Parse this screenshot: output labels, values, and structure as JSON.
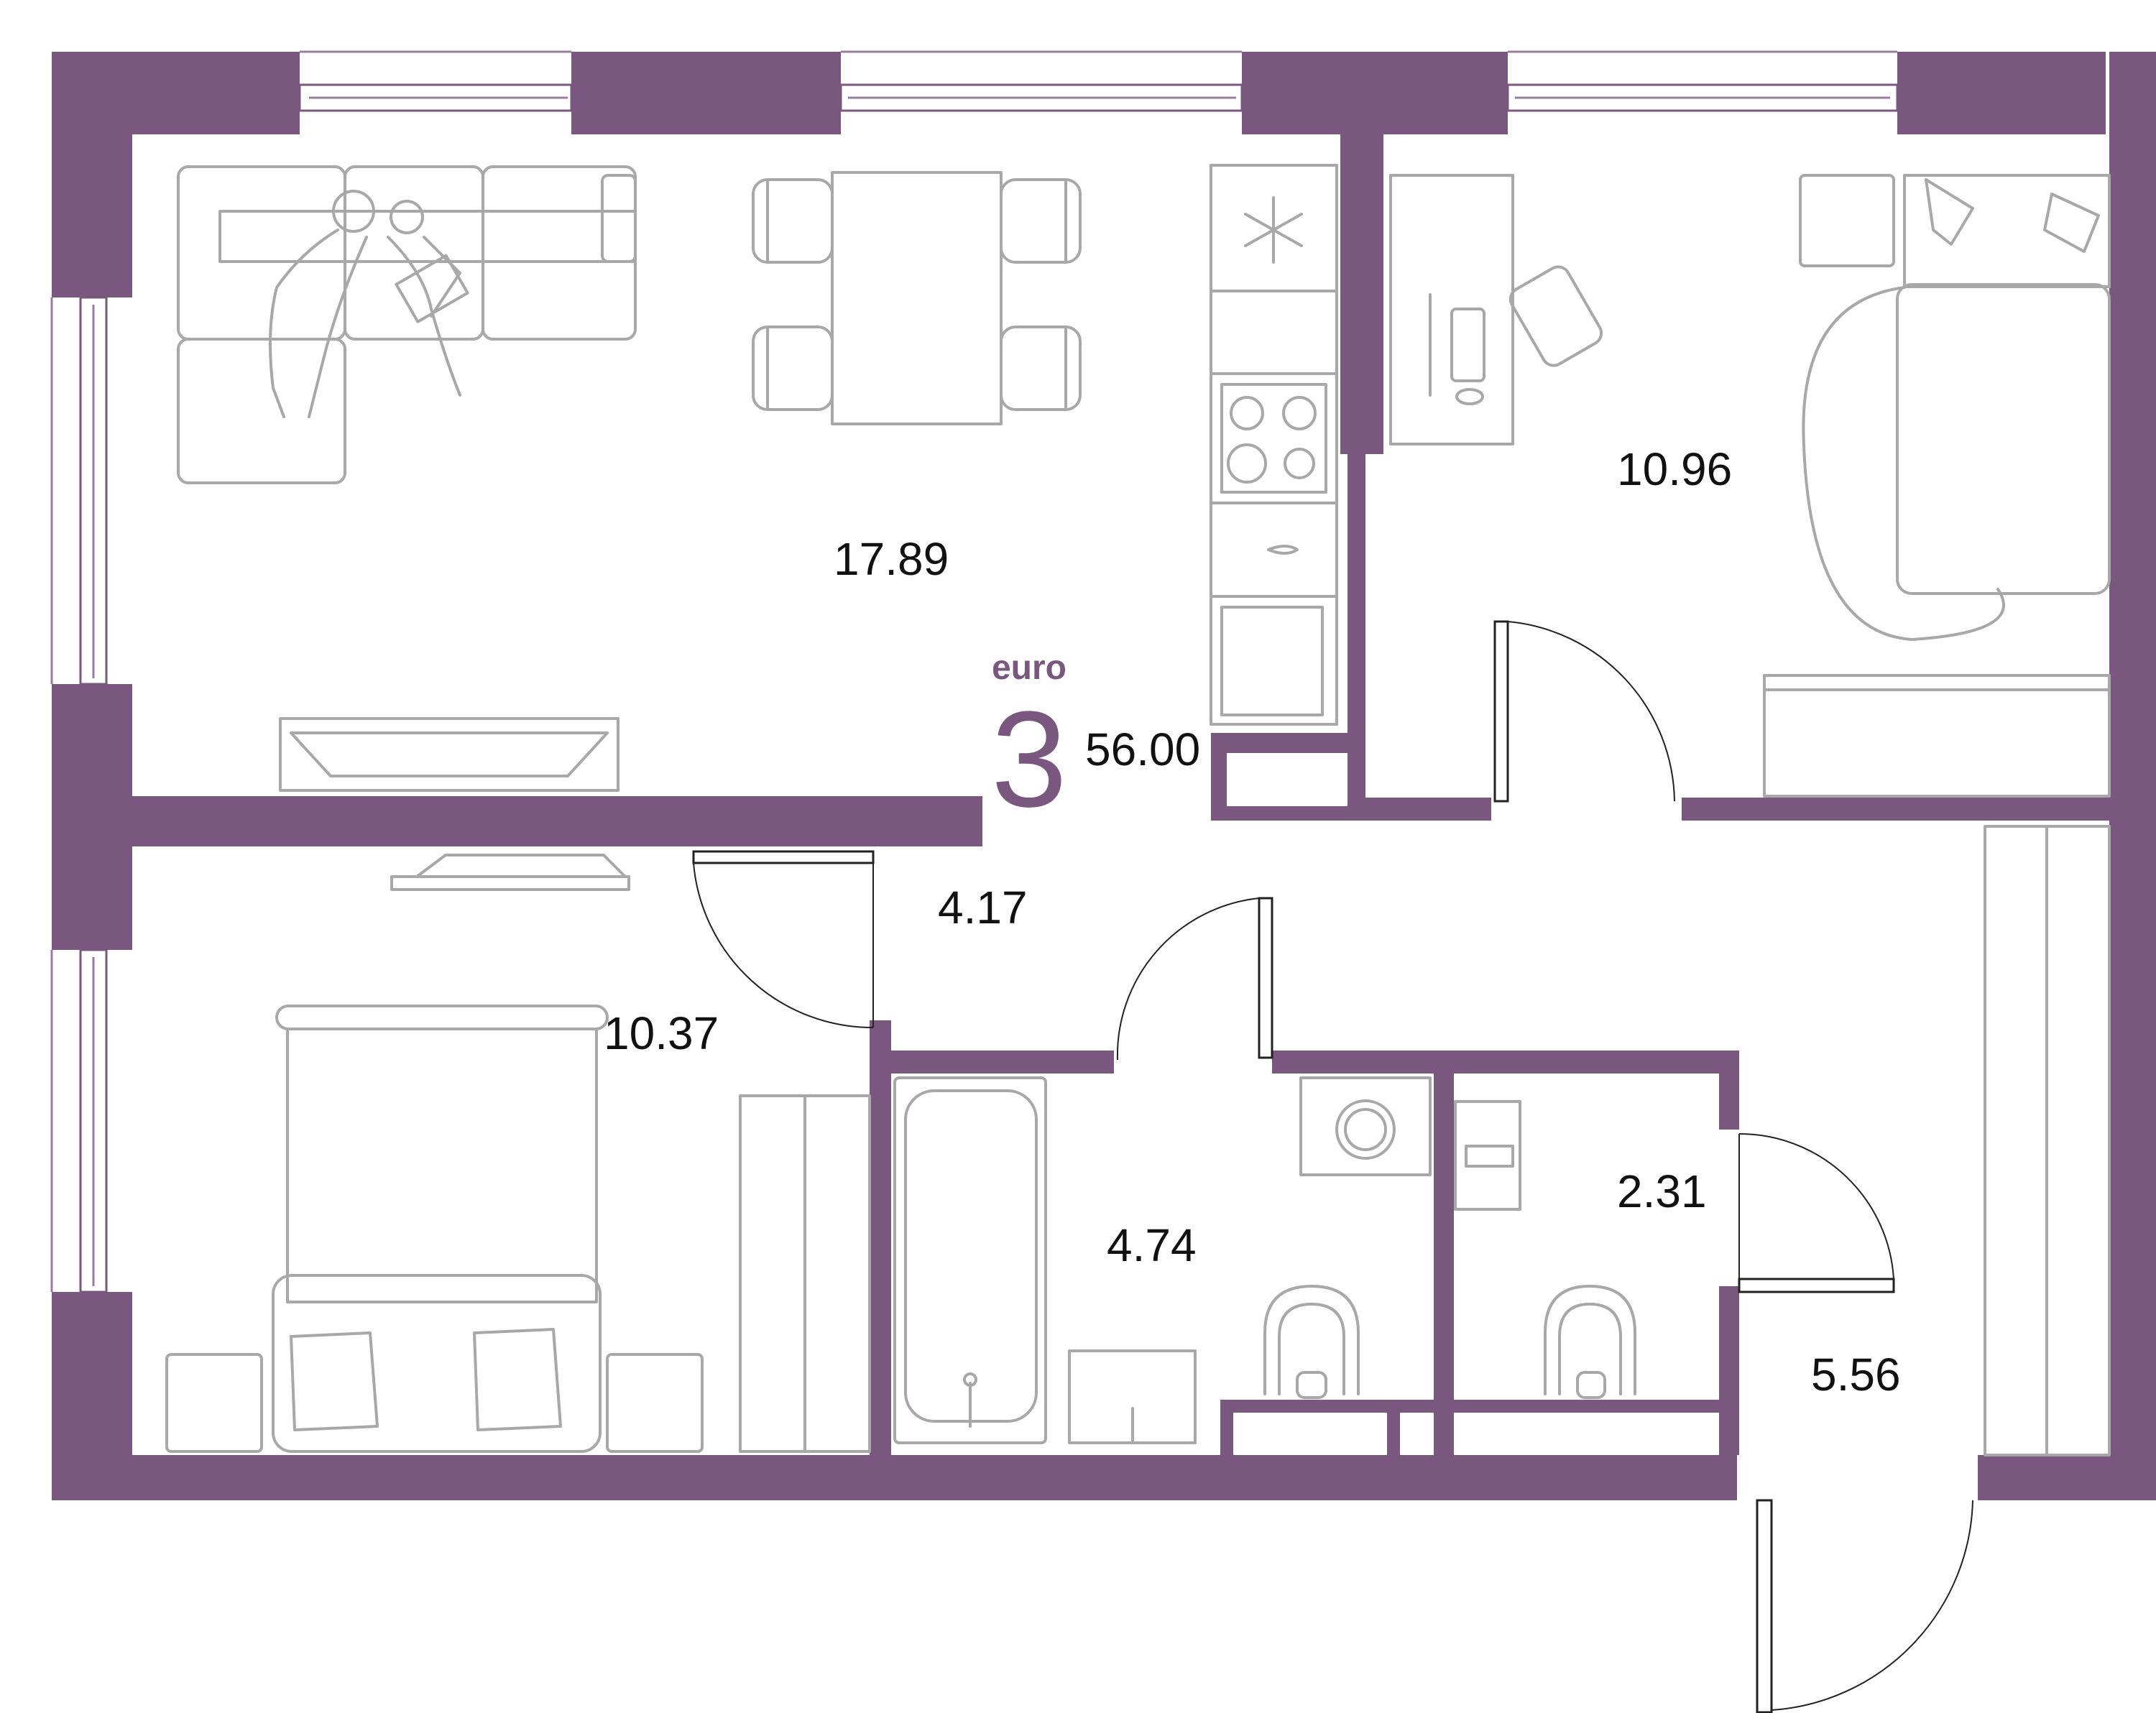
{
  "plan": {
    "type_label": "euro",
    "rooms_count": "3",
    "total_area": "56.00",
    "wall_color": "#7a577f",
    "rooms": [
      {
        "id": "living-kitchen",
        "area": "17.89"
      },
      {
        "id": "bedroom-right",
        "area": "10.96"
      },
      {
        "id": "bedroom-left",
        "area": "10.37"
      },
      {
        "id": "corridor",
        "area": "4.17"
      },
      {
        "id": "bathroom",
        "area": "4.74"
      },
      {
        "id": "toilet",
        "area": "2.31"
      },
      {
        "id": "hall",
        "area": "5.56"
      }
    ]
  }
}
